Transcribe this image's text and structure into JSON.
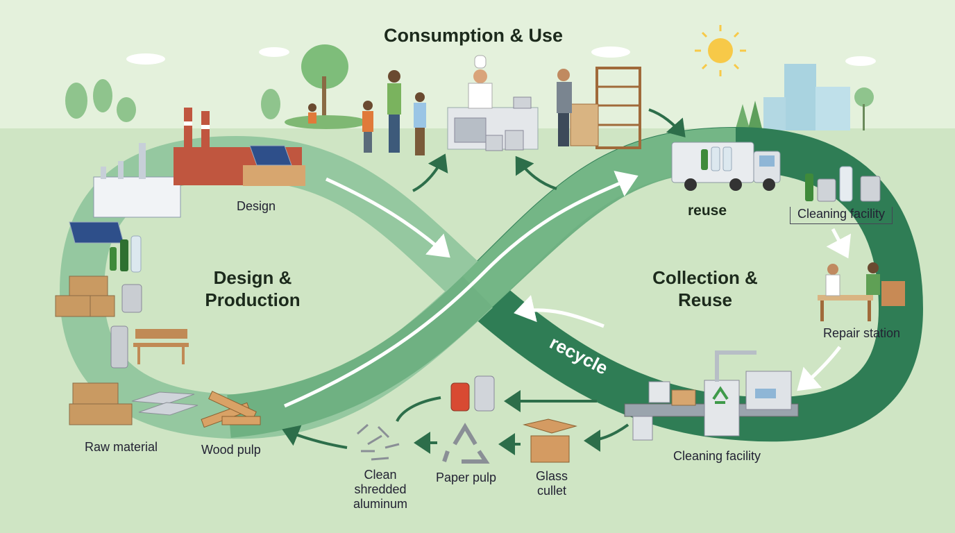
{
  "title": "Consumption & Use",
  "sections": {
    "design_production": "Design &\nProduction",
    "collection_reuse": "Collection &\nReuse"
  },
  "labels": {
    "design": "Design",
    "reuse": "reuse",
    "recycle": "recycle",
    "cleaning_facility_top": "Cleaning facility",
    "repair_station": "Repair station",
    "cleaning_facility_bottom": "Cleaning facility",
    "glass_cullet": "Glass\ncullet",
    "paper_pulp": "Paper pulp",
    "clean_aluminum": "Clean\nshredded\naluminum",
    "wood_pulp": "Wood pulp",
    "raw_material": "Raw material"
  },
  "colors": {
    "background": "#dcebd3",
    "loop_light": "#8fc49a",
    "loop_dark": "#2f7d55",
    "arrow_dark": "#2d6e4a",
    "sun": "#f7c948"
  },
  "icons": [
    "sun-icon",
    "factory-icon",
    "solar-panel-icon",
    "chef-icon",
    "family-icon",
    "shelf-icon",
    "garbage-truck-icon",
    "repair-station-icon",
    "cleaning-machine-icon",
    "recycle-icon",
    "can-icon",
    "bottle-icon",
    "box-icon",
    "wood-icon",
    "metal-bars-icon",
    "bench-icon"
  ]
}
